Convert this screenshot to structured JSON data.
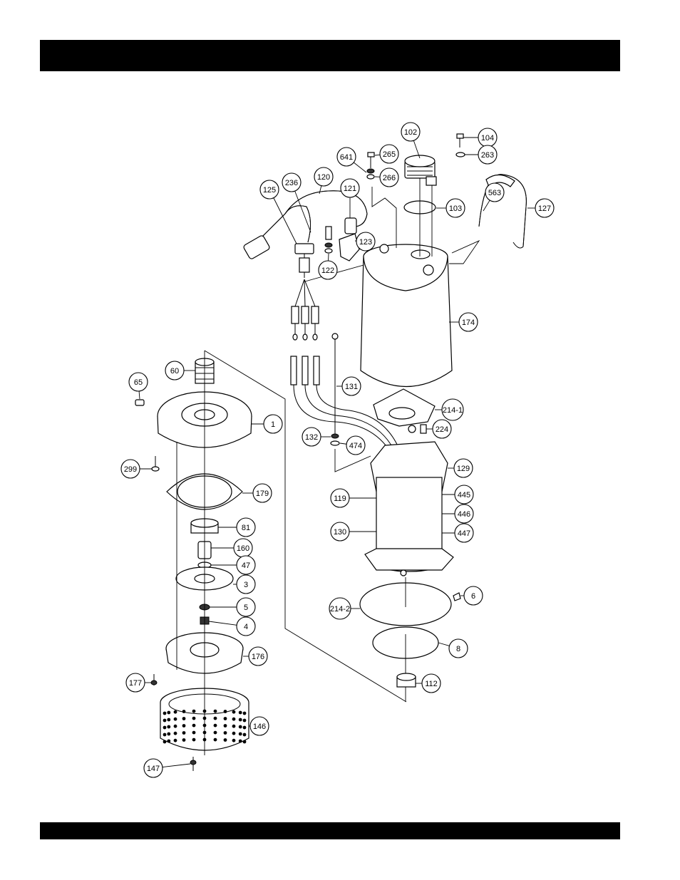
{
  "header_bar": {
    "text": ""
  },
  "footer_bar": {
    "text": ""
  },
  "diagram": {
    "type": "exploded-parts-diagram",
    "callouts": [
      {
        "id": "c102",
        "label": "102"
      },
      {
        "id": "c104",
        "label": "104"
      },
      {
        "id": "c263",
        "label": "263"
      },
      {
        "id": "c641",
        "label": "641"
      },
      {
        "id": "c265",
        "label": "265"
      },
      {
        "id": "c266",
        "label": "266"
      },
      {
        "id": "c120",
        "label": "120"
      },
      {
        "id": "c236",
        "label": "236"
      },
      {
        "id": "c125",
        "label": "125"
      },
      {
        "id": "c121",
        "label": "121"
      },
      {
        "id": "c563",
        "label": "563"
      },
      {
        "id": "c127",
        "label": "127"
      },
      {
        "id": "c103",
        "label": "103"
      },
      {
        "id": "c123",
        "label": "123"
      },
      {
        "id": "c122",
        "label": "122"
      },
      {
        "id": "c174",
        "label": "174"
      },
      {
        "id": "c60",
        "label": "60"
      },
      {
        "id": "c65",
        "label": "65"
      },
      {
        "id": "c131",
        "label": "131"
      },
      {
        "id": "c214-1",
        "label": "214-1"
      },
      {
        "id": "c1",
        "label": "1"
      },
      {
        "id": "c224",
        "label": "224"
      },
      {
        "id": "c132",
        "label": "132"
      },
      {
        "id": "c474",
        "label": "474"
      },
      {
        "id": "c299",
        "label": "299"
      },
      {
        "id": "c129",
        "label": "129"
      },
      {
        "id": "c179",
        "label": "179"
      },
      {
        "id": "c119",
        "label": "119"
      },
      {
        "id": "c445",
        "label": "445"
      },
      {
        "id": "c446",
        "label": "446"
      },
      {
        "id": "c81",
        "label": "81"
      },
      {
        "id": "c130",
        "label": "130"
      },
      {
        "id": "c447",
        "label": "447"
      },
      {
        "id": "c160",
        "label": "160"
      },
      {
        "id": "c47",
        "label": "47"
      },
      {
        "id": "c3",
        "label": "3"
      },
      {
        "id": "c6",
        "label": "6"
      },
      {
        "id": "c5",
        "label": "5"
      },
      {
        "id": "c214-2",
        "label": "214-2"
      },
      {
        "id": "c4",
        "label": "4"
      },
      {
        "id": "c8",
        "label": "8"
      },
      {
        "id": "c176",
        "label": "176"
      },
      {
        "id": "c177",
        "label": "177"
      },
      {
        "id": "c112",
        "label": "112"
      },
      {
        "id": "c146",
        "label": "146"
      },
      {
        "id": "c147",
        "label": "147"
      }
    ]
  }
}
